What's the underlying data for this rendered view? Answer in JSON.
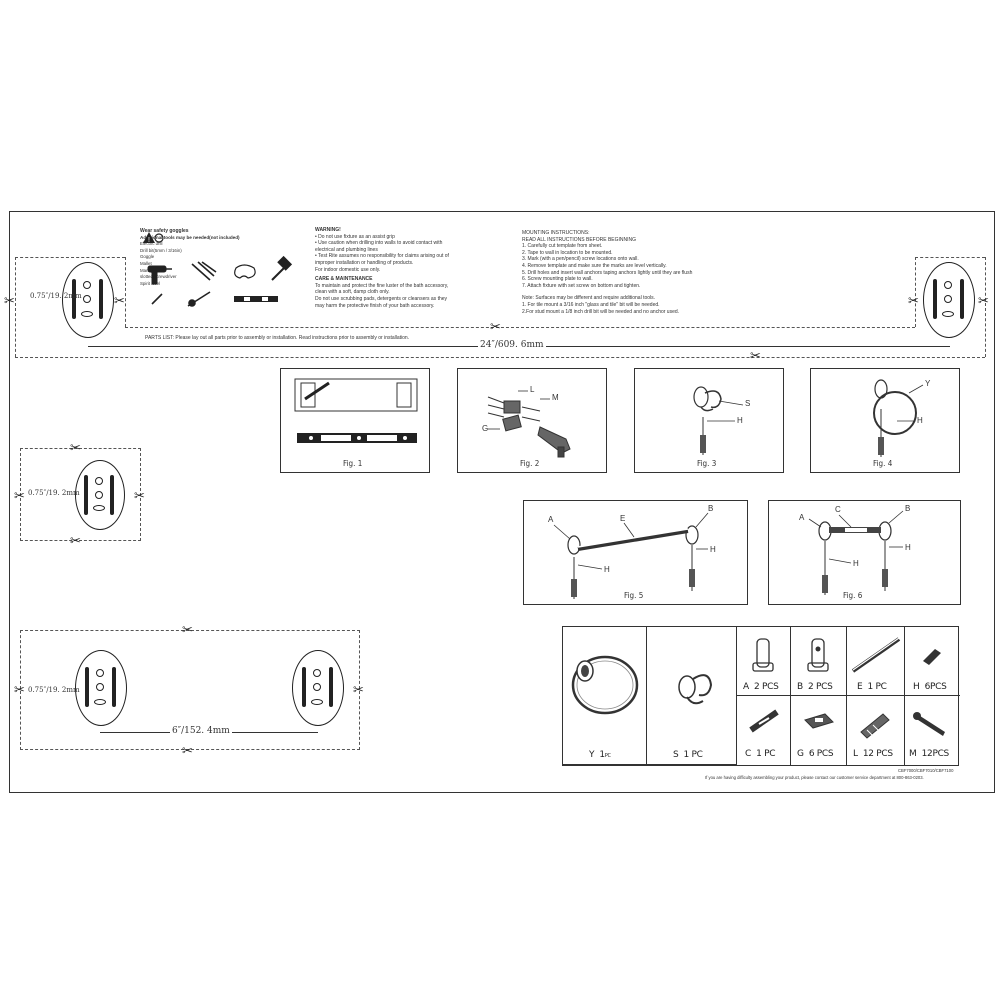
{
  "tools": {
    "safety_label": "Wear safety goggles",
    "additional_label": "Additional tools may be needed(not included)",
    "electric_drill": "Electric drill",
    "drill_bits": "Drill bit(5mm / 3/16in)",
    "goggle": "Goggle",
    "mallet": "Mallet",
    "mark_pen": "Mark pen",
    "screwdriver": "slotted screwdriver",
    "spirit_level": "Spirit level"
  },
  "warning": {
    "title": "WARNING!",
    "lines": [
      "• Do not use fixture as an assist grip",
      "• Use caution when drilling into walls to avoid contact with",
      "   electrical and plumbing lines",
      "• Test Rite assumes no responsibility for claims arising out of",
      "   improper installation or handling of products.",
      "   For indoor domestic use only."
    ]
  },
  "care": {
    "title": "CARE & MAINTENANCE",
    "lines": [
      "To maintain and protect the fine luster of the bath accessory,",
      "clean with a soft, damp cloth only.",
      "Do not use scrubbing pads, detergents or cleansers as they",
      "may harm the protective finish of your bath accessory."
    ]
  },
  "parts_list_note": "PARTS LIST: Please lay out all parts prior to assembly or installation.  Read instructions prior to assembly or installation.",
  "mounting": {
    "title": "MOUNTING INSTRUCTIONS:",
    "subtitle": "READ ALL INSTRUCTIONS BEFORE BEGINNING",
    "steps": [
      "1. Carefully cut template from sheet.",
      "2. Tape to wall in location to be mounted.",
      "3. Mark (with a pen/pencil) screw locations onto wall.",
      "4. Remove template and make sure the marks are level vertically.",
      "5. Drill holes and insert wall anchors taping anchors lightly until they are flush",
      "6. Screw mounting plate to wall.",
      "7. Attach fixture with set screw on bottom and tighten."
    ],
    "note_lines": [
      "Note: Surfaces may be different and require additional tools.",
      "1. For tile mount a 3/16 inch \"glass and tile\" bit will be needed.",
      "2.For stud mount a 1/8 inch drill bit will be needed and no anchor used."
    ]
  },
  "dimensions": {
    "top_width": "24″/609. 6mm",
    "top_height": "0.75″/19. 2mm",
    "mid_height": "0.75″/19. 2mm",
    "bottom_height": "0.75″/19. 2mm",
    "bottom_width": "6″/152. 4mm"
  },
  "figures": {
    "fig1": "Fig. 1",
    "fig2": "Fig. 2",
    "fig3": "Fig. 3",
    "fig4": "Fig. 4",
    "fig5": "Fig. 5",
    "fig6": "Fig. 6",
    "letters": {
      "L": "L",
      "M": "M",
      "G": "G",
      "S": "S",
      "H": "H",
      "Y": "Y",
      "A": "A",
      "B": "B",
      "C": "C",
      "E": "E"
    }
  },
  "parts": [
    {
      "letter": "Y",
      "qty": "1",
      "unit": "PC"
    },
    {
      "letter": "S",
      "qty": "1 PC"
    },
    {
      "letter": "A",
      "qty": "2 PCS"
    },
    {
      "letter": "B",
      "qty": "2 PCS"
    },
    {
      "letter": "E",
      "qty": "1 PC"
    },
    {
      "letter": "H",
      "qty": "6PCS"
    },
    {
      "letter": "C",
      "qty": "1 PC"
    },
    {
      "letter": "G",
      "qty": "6 PCS"
    },
    {
      "letter": "L",
      "qty": "12 PCS"
    },
    {
      "letter": "M",
      "qty": "12PCS"
    }
  ],
  "footer": {
    "model": "CBF7000/CBF7010/CBF7100",
    "help": "If you are having difficulty assembling your product, please contact our customer service department at 800-863-0203."
  }
}
